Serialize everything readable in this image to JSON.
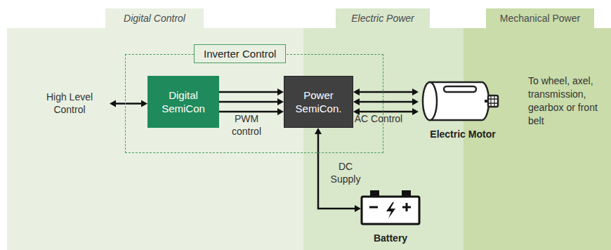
{
  "diagram": {
    "nodes": [
      {
        "text": [
          "Digital Control"
        ]
      },
      {
        "text": [
          "Electric Power"
        ]
      },
      {
        "text": [
          "Mechanical Power"
        ]
      },
      {
        "text": [
          "High Level Control"
        ]
      },
      {
        "text": [
          "Inverter Control"
        ]
      },
      {
        "text": [
          "Digital SemiCon"
        ],
        "in": 4
      },
      {
        "text": [
          "Power SemiCon."
        ],
        "in": 4
      },
      {
        "text": [
          "Electric Motor"
        ]
      },
      {
        "text": [
          "Battery"
        ]
      }
    ],
    "edges": [
      {
        "from": 3,
        "to": 5,
        "arrow": "both"
      },
      {
        "from": 5,
        "to": 6,
        "label": "PWM control",
        "arrow": "to"
      },
      {
        "from": 6,
        "to": 7,
        "label": "AC Control",
        "arrow": "both"
      },
      {
        "from": 6,
        "to": 8,
        "label": "DC Supply",
        "arrow": "both"
      }
    ],
    "labels": [
      "To wheel, axel, transmission, gearbox or front belt"
    ]
  }
}
